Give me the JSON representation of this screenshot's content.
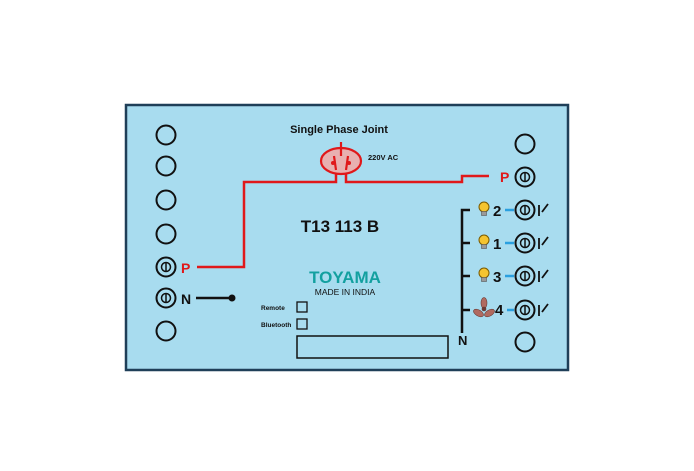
{
  "panel": {
    "background": "#a8dcef",
    "border": "#1f3f58",
    "wire_phase": "#e0181a",
    "wire_switch": "#2aa0e0",
    "wire_neutral": "#111111"
  },
  "joint": {
    "title": "Single Phase Joint",
    "rating": "220V AC"
  },
  "model": "T13 113 B",
  "brand": {
    "name": "TOYAMA",
    "tagline": "MADE IN INDIA",
    "color": "#13a0a0"
  },
  "indicators": [
    {
      "label": "Remote"
    },
    {
      "label": "Bluetooth"
    }
  ],
  "terminals": {
    "phase_left": "P",
    "neutral_left": "N",
    "phase_right": "P",
    "neutral_bus": "N"
  },
  "outputs": [
    {
      "number": "2",
      "load": "bulb-icon"
    },
    {
      "number": "1",
      "load": "bulb-icon"
    },
    {
      "number": "3",
      "load": "bulb-icon"
    },
    {
      "number": "4",
      "load": "fan-icon"
    }
  ]
}
